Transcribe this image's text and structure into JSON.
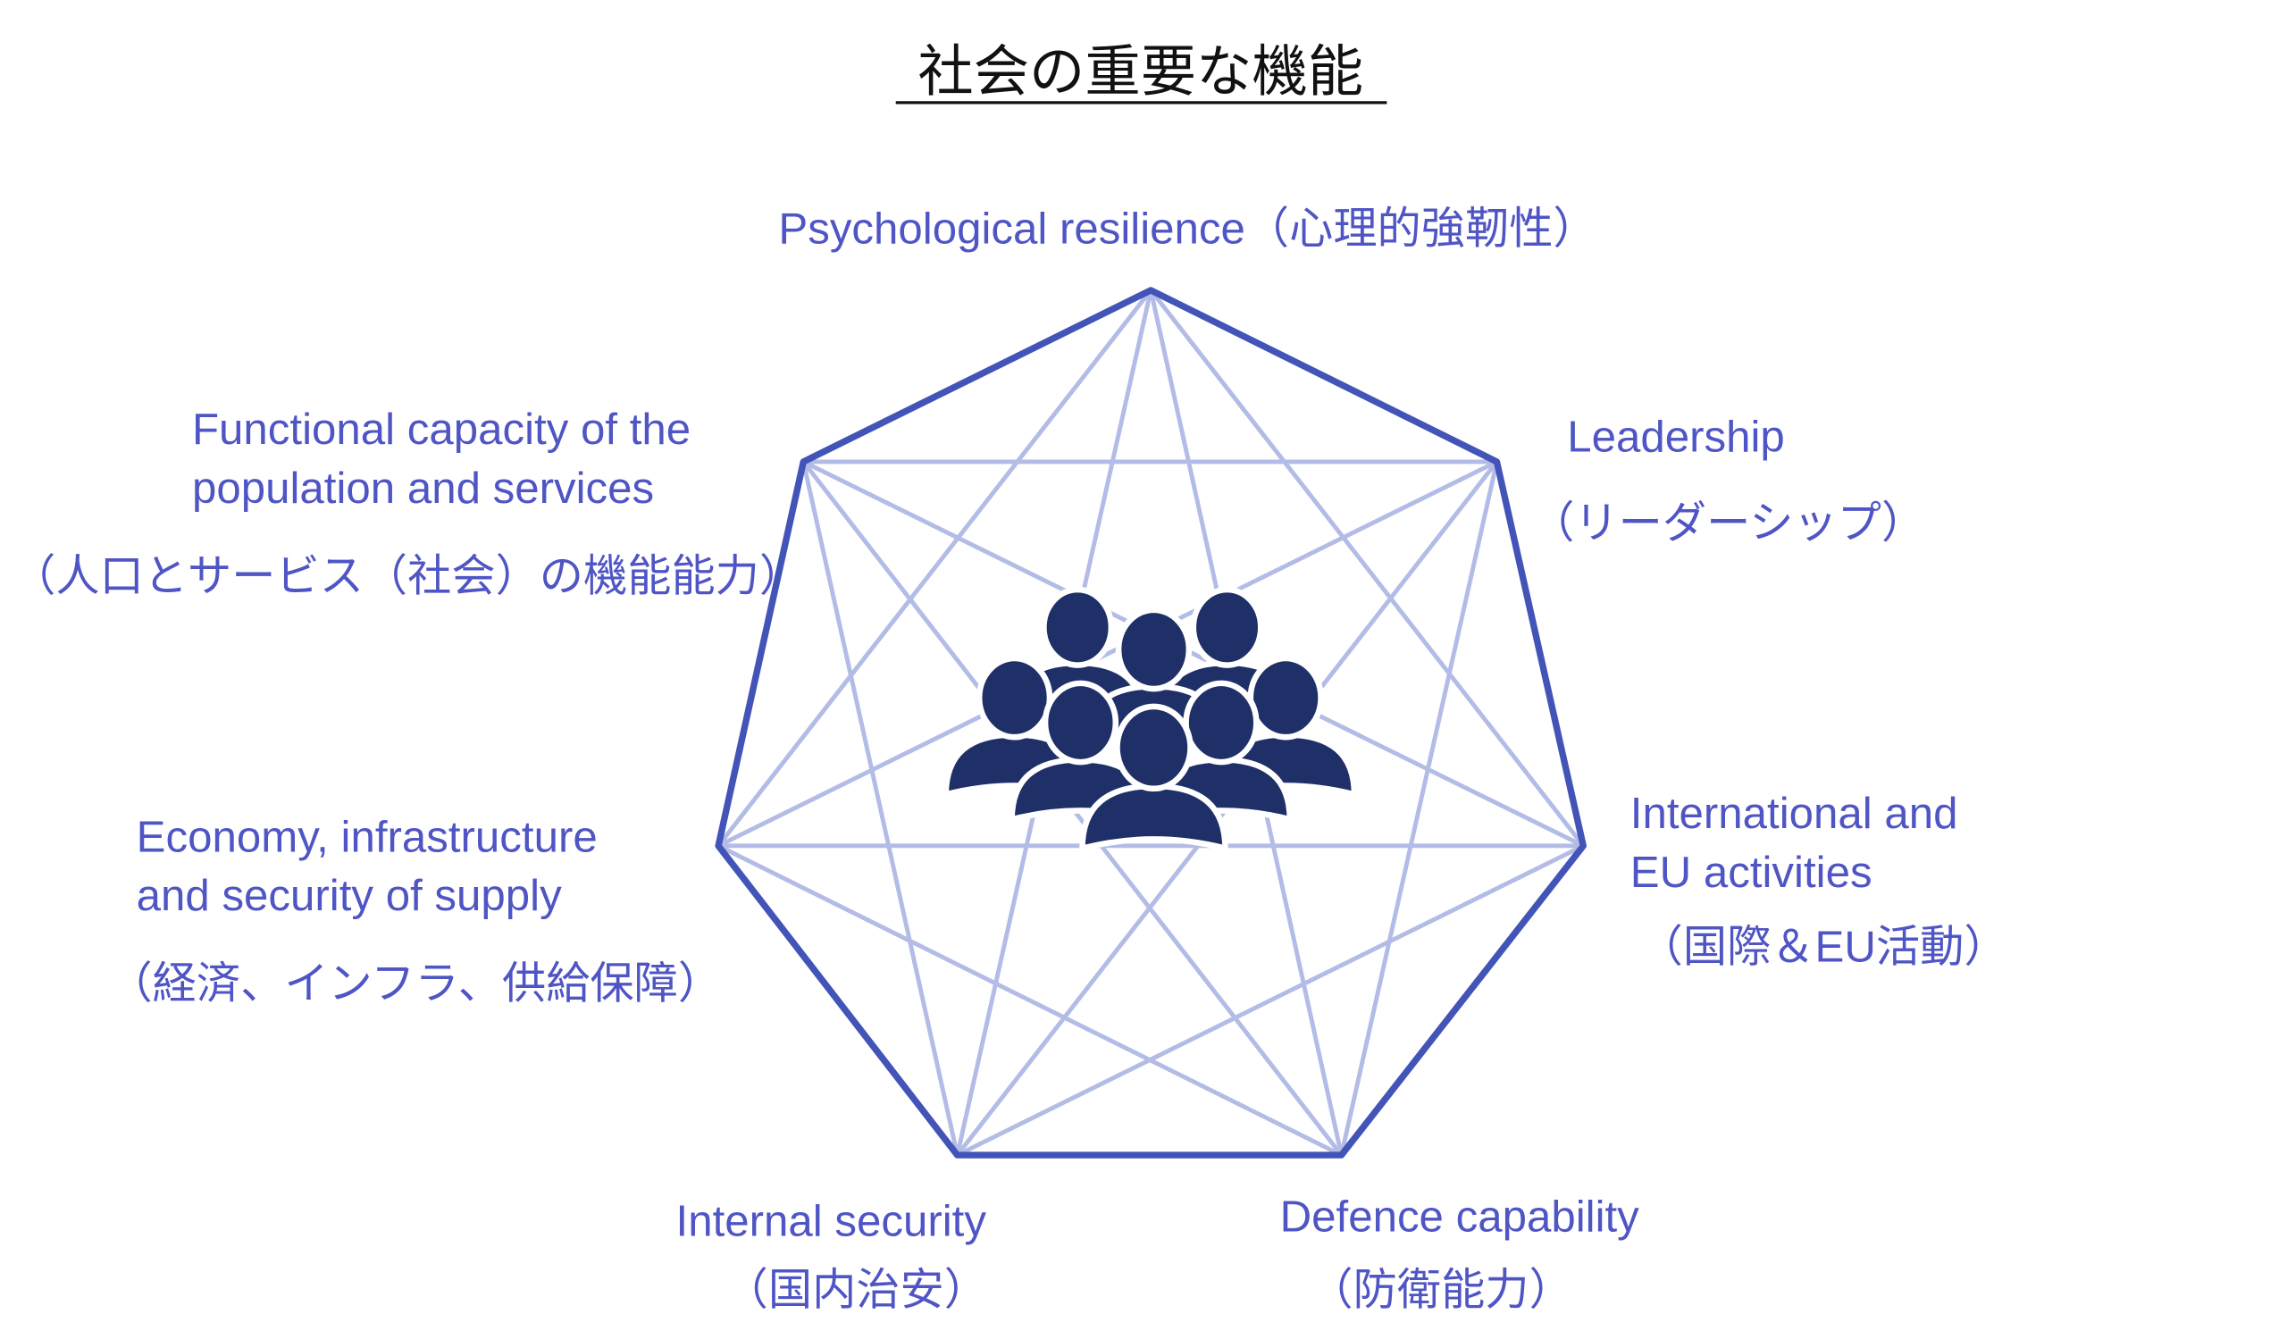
{
  "title": "社会の重要な機能",
  "colors": {
    "outline": "#4354b8",
    "diagonal": "#b3bce6",
    "label": "#4f55c4",
    "icon": "#1f3068"
  },
  "center_icon": "people-group-icon",
  "functions": [
    {
      "name": "psychological-resilience",
      "lines": [
        "Psychological resilience（心理的強靭性）"
      ]
    },
    {
      "name": "leadership",
      "lines": [
        "Leadership",
        "（リーダーシップ）"
      ]
    },
    {
      "name": "international-eu",
      "lines": [
        "International and",
        "EU activities",
        "（国際＆EU活動）"
      ]
    },
    {
      "name": "defence-capability",
      "lines": [
        "Defence capability",
        "（防衛能力）"
      ]
    },
    {
      "name": "internal-security",
      "lines": [
        "Internal security",
        "（国内治安）"
      ]
    },
    {
      "name": "economy-infrastructure",
      "lines": [
        "Economy, infrastructure",
        "and security of supply",
        "（経済、インフラ、供給保障）"
      ]
    },
    {
      "name": "functional-capacity",
      "lines": [
        "Functional capacity of the",
        "population and services",
        "（人口とサービス（社会）の機能能力）"
      ]
    }
  ]
}
